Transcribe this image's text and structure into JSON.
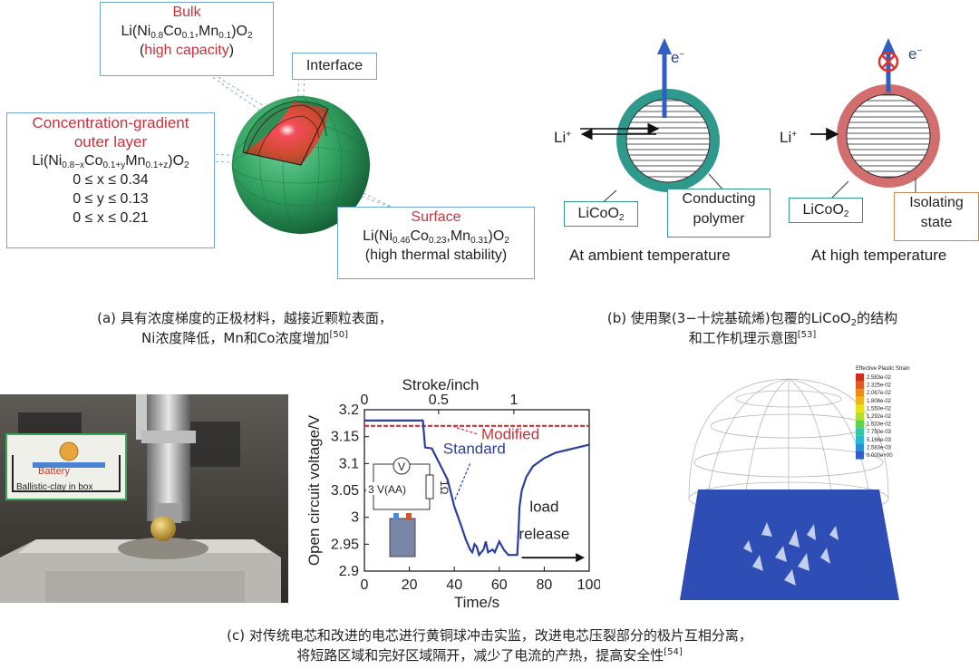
{
  "panel_a": {
    "bulk": {
      "title": "Bulk",
      "formula_pre": "Li(Ni",
      "s1": "0.8",
      "m1": "Co",
      "s2": "0.1",
      "m2": ",Mn",
      "s3": "0.1",
      "post": ")O",
      "s4": "2",
      "note": "high capacity"
    },
    "interface": "Interface",
    "gradient": {
      "title1": "Concentration-gradient",
      "title2": "outer layer",
      "f_pre": "Li(Ni",
      "f_s1": "0.8−x",
      "f_m1": "Co",
      "f_s2": "0.1+y",
      "f_m2": "Mn",
      "f_s3": "0.1+z",
      "f_post": ")O",
      "f_s4": "2",
      "c1": "0 ≤ x ≤ 0.34",
      "c2": "0 ≤ y ≤ 0.13",
      "c3": "0 ≤ x ≤ 0.21"
    },
    "surface": {
      "title": "Surface",
      "f_pre": "Li(Ni",
      "s1": "0.46",
      "m1": "Co",
      "s2": "0.23",
      "m2": ",Mn",
      "s3": "0.31",
      "post": ")O",
      "s4": "2",
      "note": "(high thermal stability)"
    },
    "caption_prefix": "(a)",
    "caption_line1": "具有浓度梯度的正极材料，越接近颗粒表面，",
    "caption_line2": "Ni浓度降低，Mn和Co浓度增加",
    "caption_ref": "[50]"
  },
  "panel_b": {
    "electron": "e",
    "electron_sup": "−",
    "li": "Li",
    "li_sup": "+",
    "licoo2": "LiCoO",
    "licoo2_sub": "2",
    "conducting1": "Conducting",
    "conducting2": "polymer",
    "isolating1": "Isolating",
    "isolating2": "state",
    "ambient": "At ambient temperature",
    "high": "At high temperature",
    "caption_prefix": "(b)",
    "caption_line1": "使用聚(3−十烷基硫烯)包覆的LiCoO",
    "caption_sub": "2",
    "caption_line1b": "的结构",
    "caption_line2": "和工作机理示意图",
    "caption_ref": "[53]"
  },
  "panel_c": {
    "inset_battery": "Battery",
    "inset_clay": "Ballistic-clay in box",
    "circuit_v": "V",
    "circuit_src": "3 V(AA)",
    "circuit_r": "1Ω",
    "fea_legend_title": "Effective Plastic Strain",
    "fea_legend_values": [
      "2.583e-02",
      "2.325e-02",
      "2.067e-02",
      "1.808e-02",
      "1.550e-02",
      "1.292e-02",
      "1.033e-02",
      "7.750e-03",
      "5.166e-03",
      "2.583e-03",
      "0.000e+00"
    ],
    "fea_legend_colors": [
      "#d42a1f",
      "#e25a1c",
      "#ee8a1a",
      "#f0b619",
      "#e9e21b",
      "#b2e02a",
      "#5fd44a",
      "#2fc9a0",
      "#28b9d9",
      "#2b8fd8",
      "#2f5fc4"
    ],
    "caption_prefix": "(c)",
    "caption_line1": "对传统电芯和改进的电芯进行黄铜球冲击实监，改进电芯压裂部分的极片互相分离，",
    "caption_line2": "将短路区域和完好区域隔开，减少了电流的产热，提高安全性",
    "caption_ref": "[54]"
  },
  "chart_data": {
    "type": "line",
    "xlabel": "Time/s",
    "ylabel": "Open circuit voltage/V",
    "top_xlabel": "Stroke/inch",
    "xlim": [
      0,
      100
    ],
    "ylim": [
      2.9,
      3.2
    ],
    "xticks": [
      "0",
      "20",
      "40",
      "60",
      "80",
      "100"
    ],
    "yticks": [
      "2.9",
      "2.95",
      "3",
      "3.05",
      "3.1",
      "3.15",
      "3.2"
    ],
    "top_ticks": [
      "0",
      "0.5",
      "1"
    ],
    "annotations": [
      "Modified",
      "Standard",
      "load",
      "release"
    ],
    "series": [
      {
        "name": "Modified",
        "color": "#c9323b",
        "x": [
          0,
          10,
          20,
          30,
          40,
          50,
          60,
          70,
          80,
          90,
          100
        ],
        "y": [
          3.17,
          3.17,
          3.17,
          3.17,
          3.17,
          3.17,
          3.17,
          3.17,
          3.17,
          3.17,
          3.17
        ]
      },
      {
        "name": "Standard",
        "color": "#2b3f9e",
        "x": [
          0,
          26,
          27,
          30,
          34,
          37,
          40,
          43,
          45,
          47,
          48,
          49,
          50,
          51,
          53,
          54,
          55,
          57,
          58,
          60,
          62,
          64,
          66,
          68,
          68.5,
          69,
          70,
          72,
          75,
          80,
          85,
          90,
          95,
          100
        ],
        "y": [
          3.18,
          3.18,
          3.13,
          3.128,
          3.095,
          3.07,
          3.02,
          2.985,
          2.96,
          2.94,
          2.935,
          2.95,
          2.945,
          2.93,
          2.94,
          2.955,
          2.935,
          2.94,
          2.935,
          2.955,
          2.94,
          2.93,
          2.93,
          2.93,
          2.97,
          3.02,
          3.05,
          3.075,
          3.095,
          3.11,
          3.12,
          3.125,
          3.13,
          3.135
        ]
      }
    ]
  }
}
